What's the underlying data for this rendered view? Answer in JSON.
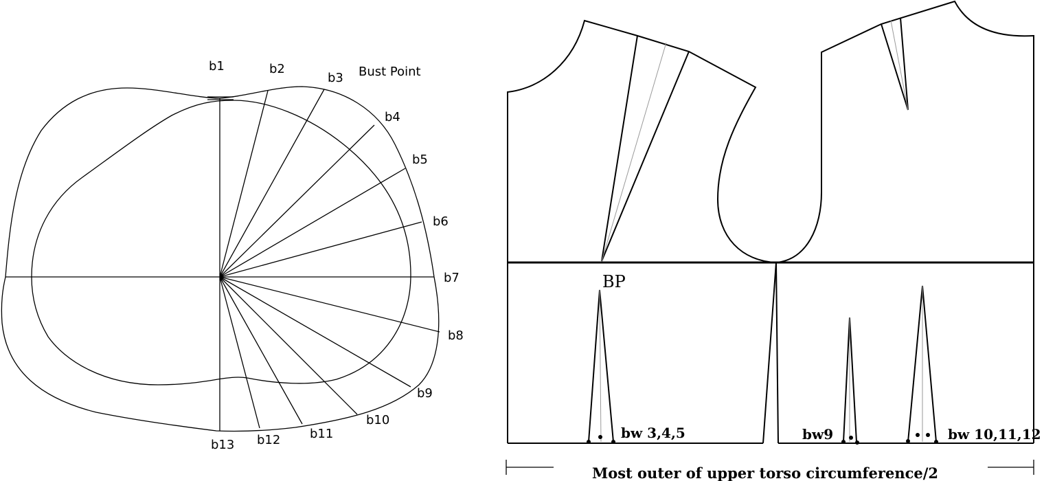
{
  "cross_section": {
    "bust_point_label": "Bust Point",
    "radial_labels": [
      "b1",
      "b2",
      "b3",
      "b4",
      "b5",
      "b6",
      "b7",
      "b8",
      "b9",
      "b10",
      "b11",
      "b12",
      "b13"
    ]
  },
  "pattern": {
    "bp_label": "BP",
    "dart_labels": {
      "left": "bw 3,4,5",
      "center": "bw9",
      "right": "bw 10,11,12"
    },
    "caption": "Most outer of upper torso circumference/2"
  }
}
